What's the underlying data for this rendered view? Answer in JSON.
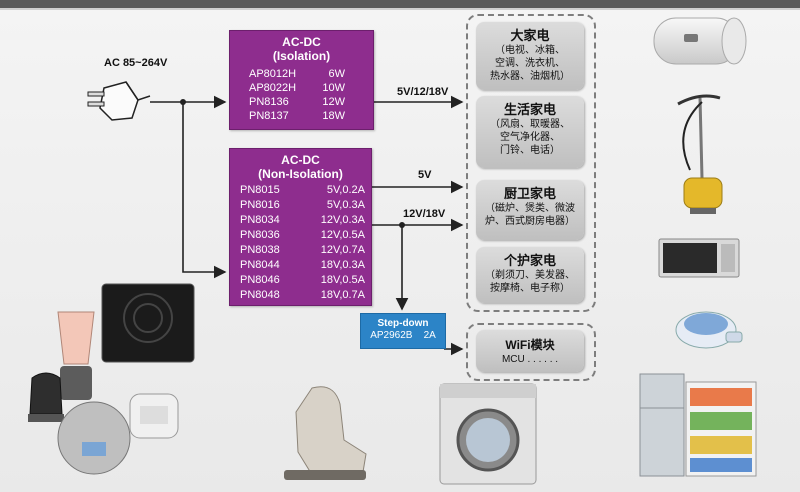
{
  "input": {
    "label": "AC 85~264V"
  },
  "isolation_box": {
    "title1": "AC-DC",
    "title2": "(Isolation)",
    "rows": [
      {
        "part": "AP8012H",
        "spec": "6W"
      },
      {
        "part": "AP8022H",
        "spec": "10W"
      },
      {
        "part": "PN8136",
        "spec": "12W"
      },
      {
        "part": "PN8137",
        "spec": "18W"
      }
    ]
  },
  "non_isolation_box": {
    "title1": "AC-DC",
    "title2": "(Non-Isolation)",
    "rows": [
      {
        "part": "PN8015",
        "spec": "5V,0.2A"
      },
      {
        "part": "PN8016",
        "spec": "5V,0.3A"
      },
      {
        "part": "PN8034",
        "spec": "12V,0.3A"
      },
      {
        "part": "PN8036",
        "spec": "12V,0.5A"
      },
      {
        "part": "PN8038",
        "spec": "12V,0.7A"
      },
      {
        "part": "PN8044",
        "spec": "18V,0.3A"
      },
      {
        "part": "PN8046",
        "spec": "18V,0.5A"
      },
      {
        "part": "PN8048",
        "spec": "18V,0.7A"
      }
    ]
  },
  "stepdown_box": {
    "title": "Step-down",
    "part": "AP2962B",
    "spec": "2A"
  },
  "voltage_labels": {
    "iso_out": "5V/12/18V",
    "non_out_5v": "5V",
    "non_out_12_18": "12V/18V"
  },
  "categories": [
    {
      "title": "大家电",
      "lines": [
        "（电视、冰箱、",
        "空调、洗衣机、",
        "热水器、油烟机）"
      ]
    },
    {
      "title": "生活家电",
      "lines": [
        "（风扇、取暖器、",
        "空气净化器、",
        "门铃、电话）"
      ]
    },
    {
      "title": "厨卫家电",
      "lines": [
        "（磁炉、煲类、微波",
        "炉、西式厨房电器）"
      ]
    },
    {
      "title": "个护家电",
      "lines": [
        "（剃须刀、美发器、",
        "按摩椅、电子称）"
      ]
    }
  ],
  "wifi": {
    "title": "WiFi模块",
    "sub": "MCU . . . . . ."
  },
  "colors": {
    "purple_box": "#8e2d8e",
    "blue_box": "#2c84c7",
    "panel": "#cfcfcf",
    "line": "#222222"
  },
  "images": [
    "water-heater",
    "garment-steamer",
    "microwave-oven",
    "foot-spa",
    "refrigerator",
    "washing-machine",
    "massage-chair",
    "induction-cooker",
    "blender",
    "electric-kettle",
    "rice-cooker"
  ]
}
